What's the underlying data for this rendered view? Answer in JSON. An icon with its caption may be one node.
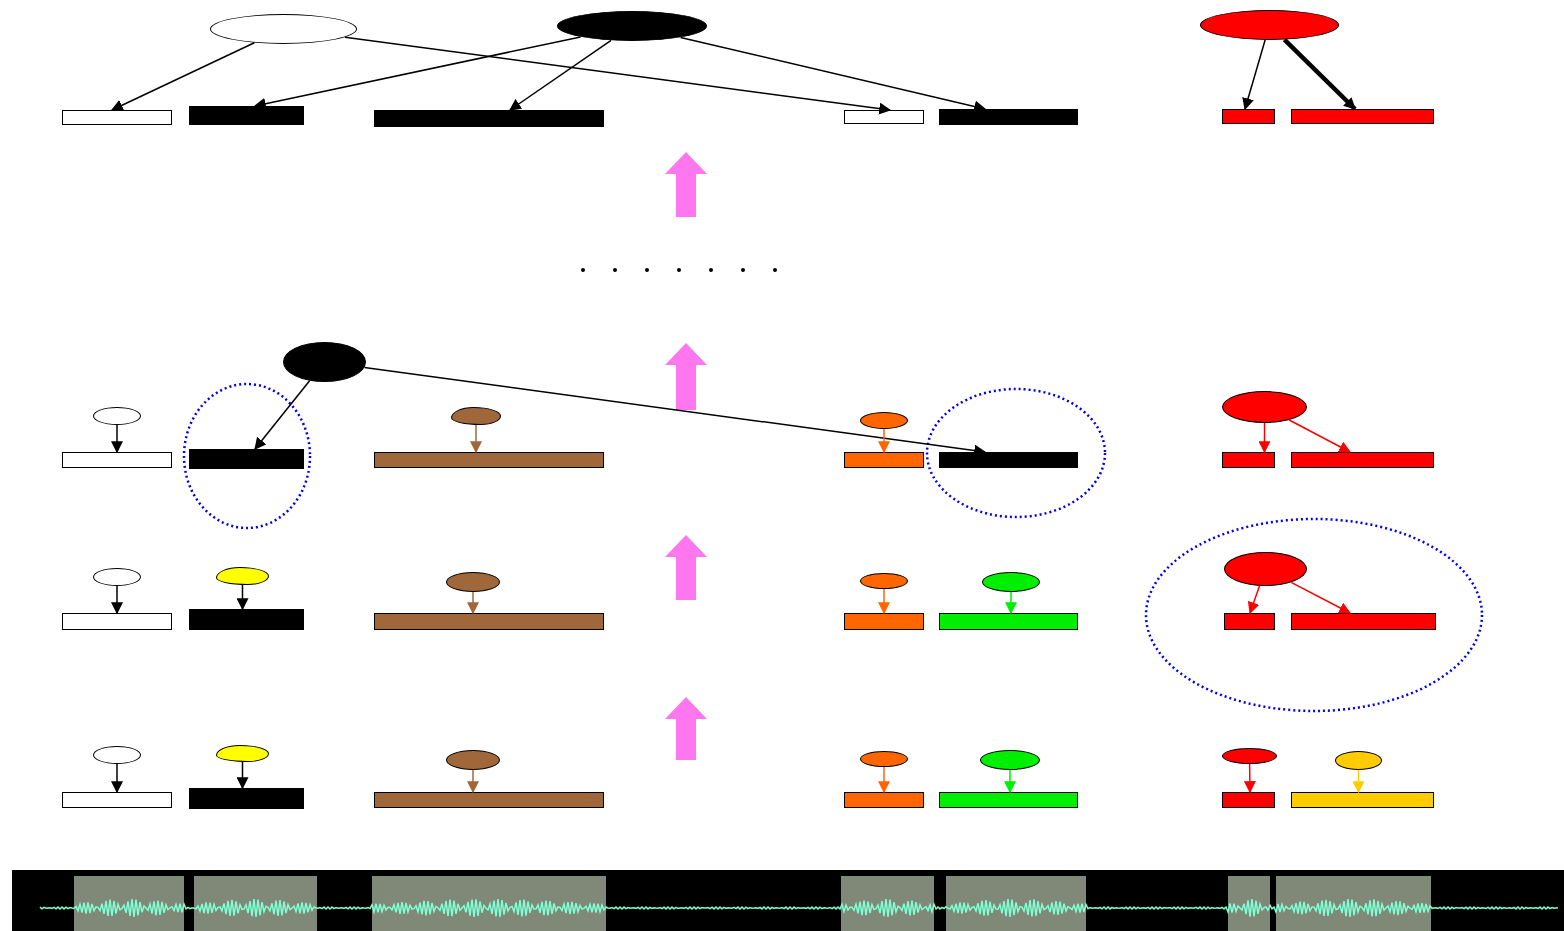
{
  "diagram": {
    "nodes": [
      {
        "text": [],
        "shape": "ellipse"
      },
      {
        "text": [],
        "shape": "ellipse"
      },
      {
        "text": [],
        "shape": "ellipse"
      },
      {
        "text": [],
        "shape": "bar"
      },
      {
        "text": [],
        "shape": "bar"
      },
      {
        "text": [],
        "shape": "bar"
      },
      {
        "text": [],
        "shape": "bar"
      },
      {
        "text": [],
        "shape": "bar"
      },
      {
        "text": [],
        "shape": "bar"
      },
      {
        "text": [],
        "shape": "bar"
      },
      {
        "text": [],
        "shape": "ellipse"
      },
      {
        "text": [],
        "shape": "ellipse"
      },
      {
        "text": [],
        "shape": "cloud"
      },
      {
        "text": [],
        "shape": "ellipse"
      },
      {
        "text": [],
        "shape": "ellipse"
      },
      {
        "text": [],
        "shape": "bar"
      },
      {
        "text": [],
        "shape": "bar"
      },
      {
        "text": [],
        "shape": "bar"
      },
      {
        "text": [],
        "shape": "bar"
      },
      {
        "text": [],
        "shape": "bar"
      },
      {
        "text": [],
        "shape": "bar"
      },
      {
        "text": [],
        "shape": "bar"
      },
      {
        "text": [],
        "shape": "ellipse"
      },
      {
        "text": [],
        "shape": "cloud"
      },
      {
        "text": [],
        "shape": "ellipse"
      },
      {
        "text": [],
        "shape": "ellipse"
      },
      {
        "text": [],
        "shape": "ellipse"
      },
      {
        "text": [],
        "shape": "ellipse"
      },
      {
        "text": [],
        "shape": "bar"
      },
      {
        "text": [],
        "shape": "bar"
      },
      {
        "text": [],
        "shape": "bar"
      },
      {
        "text": [],
        "shape": "bar"
      },
      {
        "text": [],
        "shape": "bar"
      },
      {
        "text": [],
        "shape": "bar"
      },
      {
        "text": [],
        "shape": "bar"
      },
      {
        "text": [],
        "shape": "ellipse"
      },
      {
        "text": [],
        "shape": "cloud"
      },
      {
        "text": [],
        "shape": "ellipse"
      },
      {
        "text": [],
        "shape": "ellipse"
      },
      {
        "text": [],
        "shape": "ellipse"
      },
      {
        "text": [],
        "shape": "ellipse"
      },
      {
        "text": [],
        "shape": "ellipse"
      },
      {
        "text": [],
        "shape": "bar"
      },
      {
        "text": [],
        "shape": "bar"
      },
      {
        "text": [],
        "shape": "bar"
      },
      {
        "text": [],
        "shape": "bar"
      },
      {
        "text": [],
        "shape": "bar"
      },
      {
        "text": [],
        "shape": "bar"
      },
      {
        "text": [],
        "shape": "bar"
      }
    ],
    "edges": [
      {
        "from": 0,
        "to": 3,
        "arrow": "to"
      },
      {
        "from": 0,
        "to": 6,
        "arrow": "to"
      },
      {
        "from": 1,
        "to": 4,
        "arrow": "to"
      },
      {
        "from": 1,
        "to": 5,
        "arrow": "to"
      },
      {
        "from": 1,
        "to": 7,
        "arrow": "to"
      },
      {
        "from": 2,
        "to": 8,
        "arrow": "to"
      },
      {
        "from": 2,
        "to": 9,
        "arrow": "to",
        "style": "thick"
      },
      {
        "from": 10,
        "to": 16,
        "arrow": "to"
      },
      {
        "from": 10,
        "to": 19,
        "arrow": "to"
      },
      {
        "from": 11,
        "to": 15,
        "arrow": "to"
      },
      {
        "from": 12,
        "to": 17,
        "arrow": "to",
        "color": "#a0683a"
      },
      {
        "from": 13,
        "to": 18,
        "arrow": "to",
        "color": "#ff6600"
      },
      {
        "from": 14,
        "to": 20,
        "arrow": "to",
        "color": "#ff0000"
      },
      {
        "from": 14,
        "to": 21,
        "arrow": "to",
        "color": "#ff0000"
      },
      {
        "from": 22,
        "to": 28,
        "arrow": "to"
      },
      {
        "from": 23,
        "to": 29,
        "arrow": "to"
      },
      {
        "from": 24,
        "to": 30,
        "arrow": "to",
        "color": "#a0683a"
      },
      {
        "from": 25,
        "to": 31,
        "arrow": "to",
        "color": "#ff6600"
      },
      {
        "from": 26,
        "to": 32,
        "arrow": "to",
        "color": "#00ee00"
      },
      {
        "from": 27,
        "to": 33,
        "arrow": "to",
        "color": "#ff0000"
      },
      {
        "from": 27,
        "to": 34,
        "arrow": "to",
        "color": "#ff0000"
      },
      {
        "from": 35,
        "to": 42,
        "arrow": "to"
      },
      {
        "from": 36,
        "to": 43,
        "arrow": "to"
      },
      {
        "from": 37,
        "to": 44,
        "arrow": "to",
        "color": "#a0683a"
      },
      {
        "from": 38,
        "to": 45,
        "arrow": "to",
        "color": "#ff6600"
      },
      {
        "from": 39,
        "to": 46,
        "arrow": "to",
        "color": "#00ee00"
      },
      {
        "from": 40,
        "to": 47,
        "arrow": "to",
        "color": "#ff0000"
      },
      {
        "from": 41,
        "to": 48,
        "arrow": "to",
        "color": "#ffcc00"
      }
    ]
  }
}
